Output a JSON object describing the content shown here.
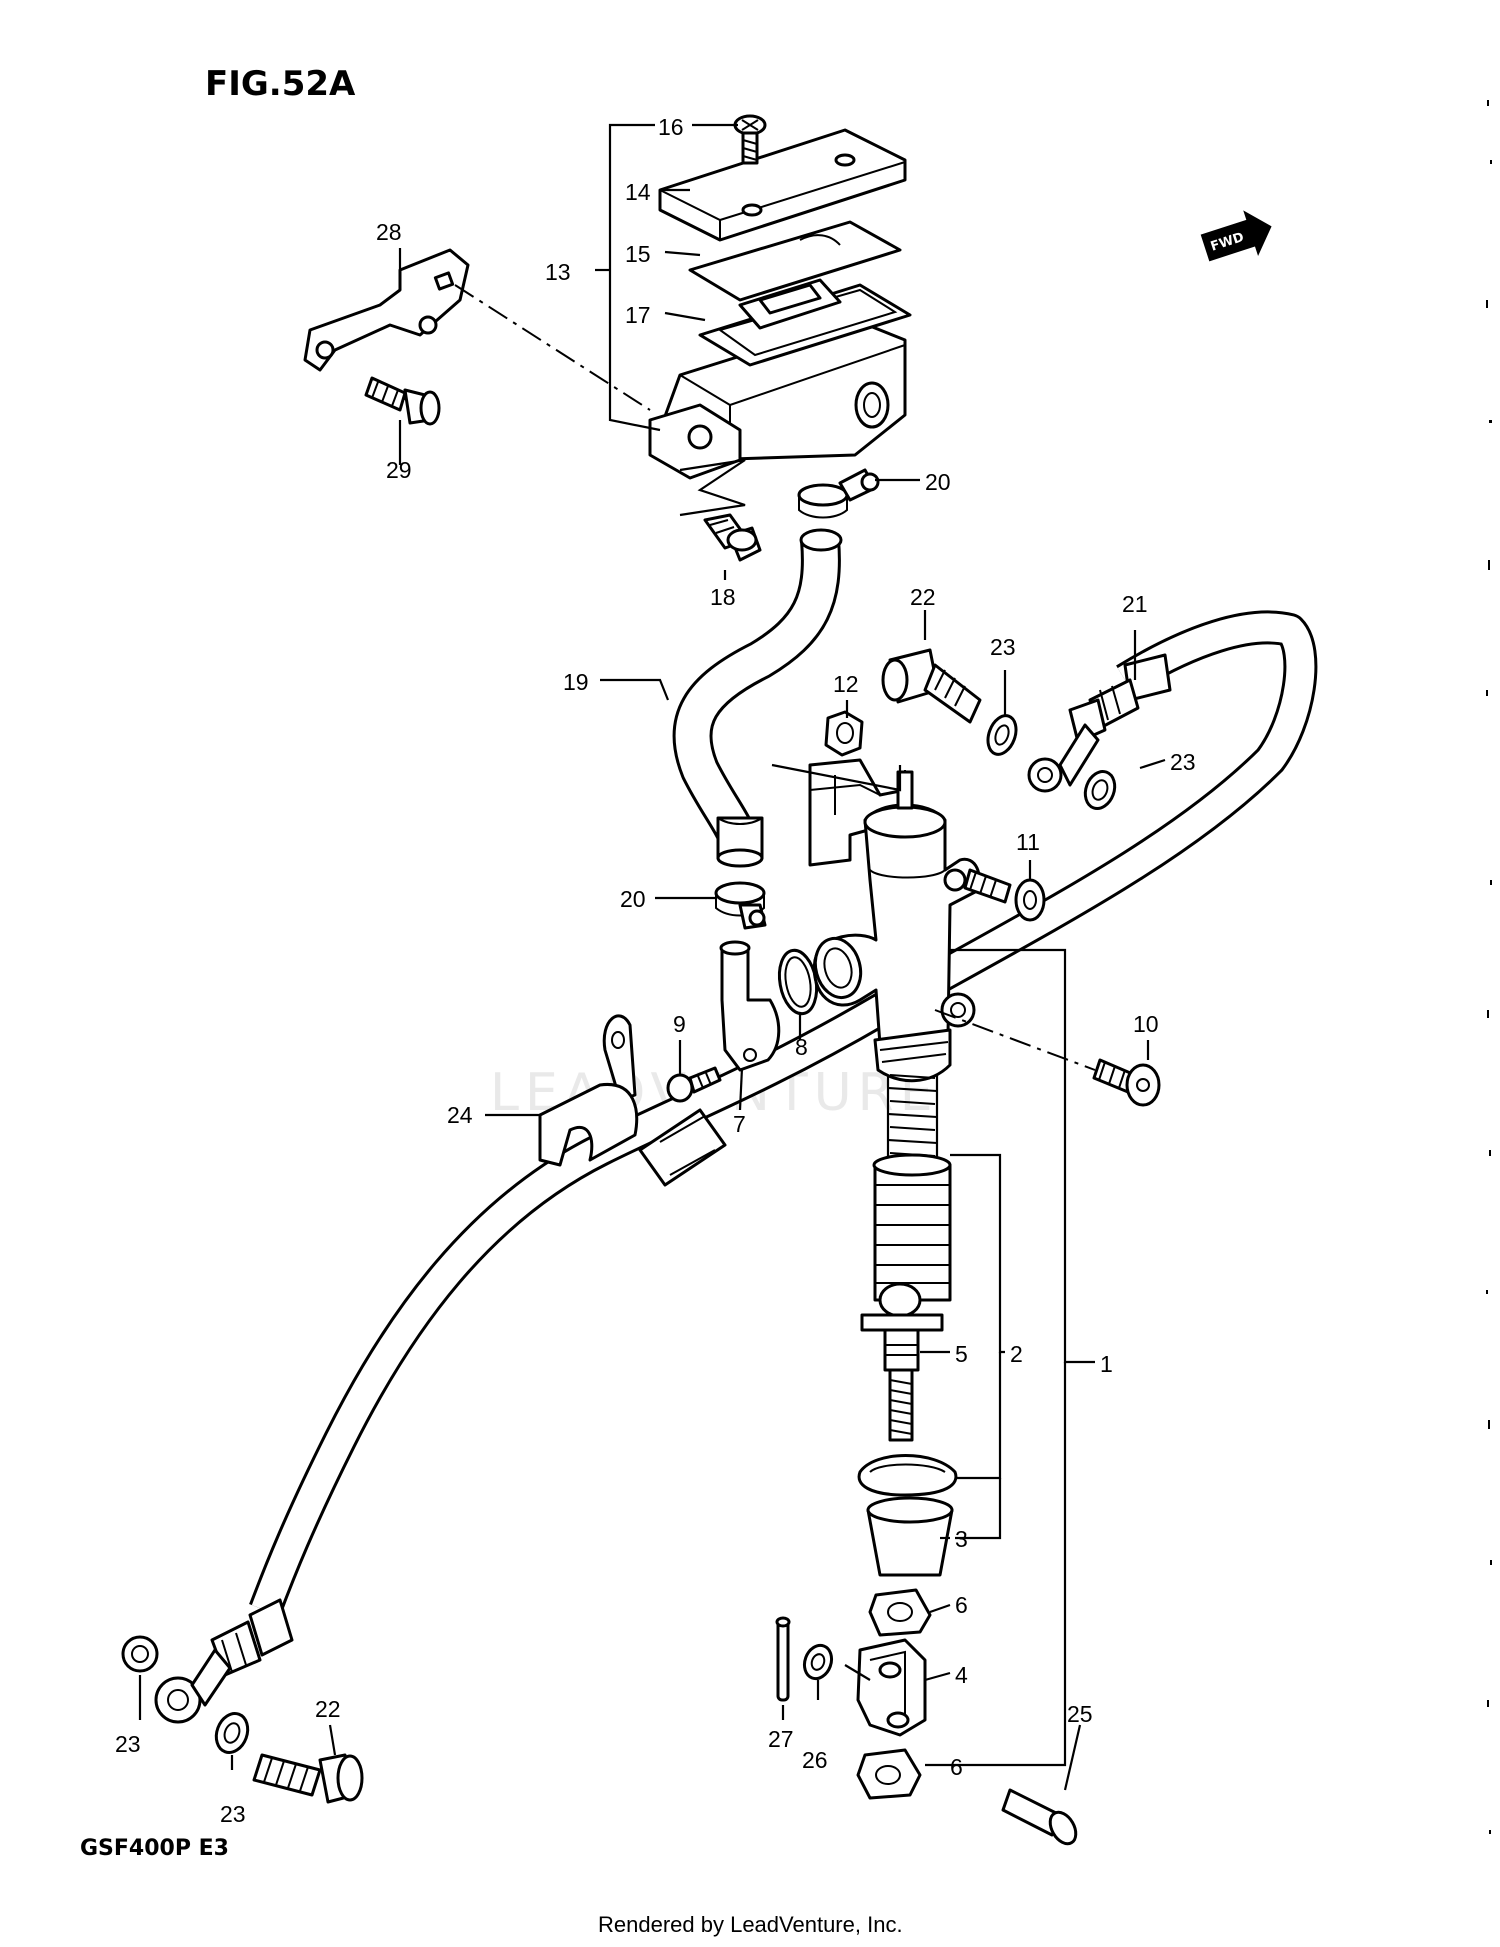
{
  "figure": {
    "title": "FIG.52A",
    "model": "GSF400P  E3",
    "footer": "Rendered by LeadVenture, Inc.",
    "watermark": "LEADVENTURE",
    "direction_badge": "FWD"
  },
  "callouts": {
    "n1": "1",
    "n2": "2",
    "n3": "3",
    "n4": "4",
    "n5": "5",
    "n6a": "6",
    "n6b": "6",
    "n7": "7",
    "n8": "8",
    "n9": "9",
    "n10": "10",
    "n11": "11",
    "n12": "12",
    "n13": "13",
    "n14": "14",
    "n15": "15",
    "n16": "16",
    "n17": "17",
    "n18": "18",
    "n19": "19",
    "n20a": "20",
    "n20b": "20",
    "n21": "21",
    "n22a": "22",
    "n22b": "22",
    "n23a": "23",
    "n23b": "23",
    "n23c": "23",
    "n23d": "23",
    "n24": "24",
    "n25": "25",
    "n26": "26",
    "n27": "27",
    "n28": "28",
    "n29": "29"
  },
  "icons": {
    "fwd_arrow": "fwd-arrow-icon"
  }
}
